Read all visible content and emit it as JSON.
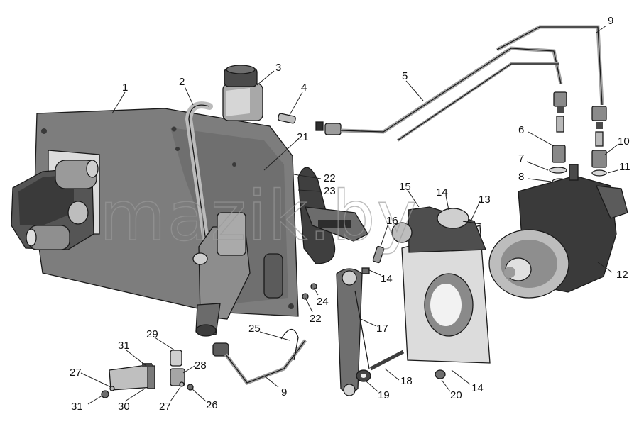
{
  "watermark": "mazik.by",
  "callouts": [
    {
      "text": "1"
    },
    {
      "text": "2"
    },
    {
      "text": "3"
    },
    {
      "text": "4"
    },
    {
      "text": "5"
    },
    {
      "text": "9"
    },
    {
      "text": "6"
    },
    {
      "text": "10"
    },
    {
      "text": "7"
    },
    {
      "text": "11"
    },
    {
      "text": "8"
    },
    {
      "text": "21"
    },
    {
      "text": "22"
    },
    {
      "text": "23"
    },
    {
      "text": "15"
    },
    {
      "text": "14"
    },
    {
      "text": "13"
    },
    {
      "text": "12"
    },
    {
      "text": "16"
    },
    {
      "text": "14"
    },
    {
      "text": "24"
    },
    {
      "text": "22"
    },
    {
      "text": "25"
    },
    {
      "text": "17"
    },
    {
      "text": "29"
    },
    {
      "text": "31"
    },
    {
      "text": "28"
    },
    {
      "text": "27"
    },
    {
      "text": "9"
    },
    {
      "text": "18"
    },
    {
      "text": "19"
    },
    {
      "text": "20"
    },
    {
      "text": "14"
    },
    {
      "text": "31"
    },
    {
      "text": "30"
    },
    {
      "text": "27"
    },
    {
      "text": "26"
    }
  ]
}
